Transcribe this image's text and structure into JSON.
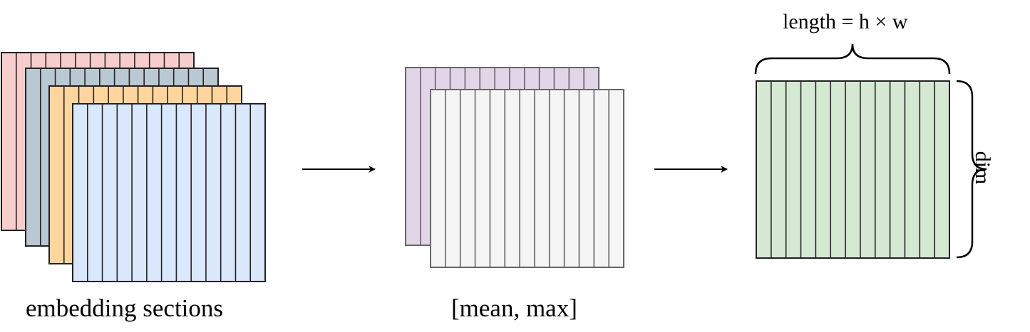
{
  "labels": {
    "embedding_sections": "embedding sections",
    "mean_max": "[mean, max]",
    "length": "length = h × w",
    "dim": "dim"
  },
  "stacks": {
    "embedding_colors": [
      "#f8cecc",
      "#bac8d3",
      "#ffd59e",
      "#dae8fc"
    ],
    "pooled_colors": [
      "#e1d5e7",
      "#f5f5f5"
    ],
    "output_color": "#d5e8d4"
  },
  "columns_per_section": 13,
  "arrows": 2
}
